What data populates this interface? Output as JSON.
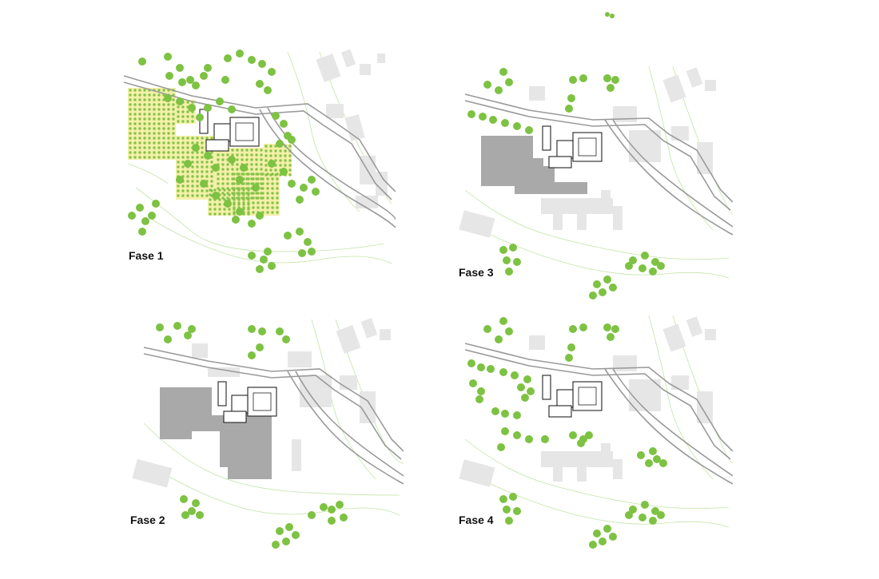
{
  "phases": [
    {
      "id": "fase-1",
      "label": "Fase 1"
    },
    {
      "id": "fase-2",
      "label": "Fase 2"
    },
    {
      "id": "fase-3",
      "label": "Fase 3"
    },
    {
      "id": "fase-4",
      "label": "Fase 4"
    }
  ],
  "colors": {
    "tree": "#7dc242",
    "existing_building": "#e6e6e6",
    "new_building": "#a9a9a9",
    "contour": "#c4e4a8",
    "road": "#9a9a9a",
    "orchard": "#f3f0a8"
  }
}
